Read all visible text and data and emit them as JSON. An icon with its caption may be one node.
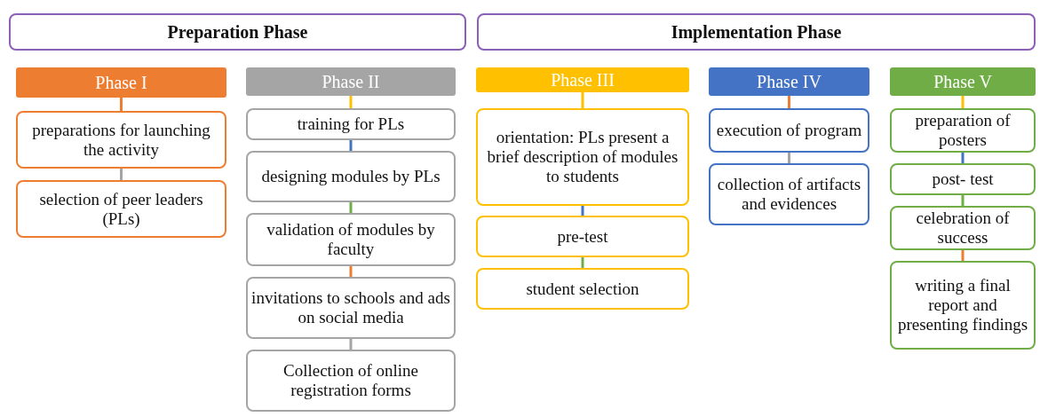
{
  "diagram": {
    "nodes": [
      {
        "text": [
          "Preparation Phase"
        ]
      },
      {
        "text": [
          "Implementation Phase"
        ]
      },
      {
        "text": [
          "Phase I"
        ]
      },
      {
        "text": [
          "preparations for launching the activity"
        ]
      },
      {
        "text": [
          "selection of peer leaders (PLs)"
        ]
      },
      {
        "text": [
          "Phase II"
        ]
      },
      {
        "text": [
          "training for PLs"
        ]
      },
      {
        "text": [
          "designing modules by PLs"
        ]
      },
      {
        "text": [
          "validation of modules by faculty"
        ]
      },
      {
        "text": [
          "invitations to schools and ads on social media"
        ]
      },
      {
        "text": [
          "Collection of online registration forms"
        ]
      },
      {
        "text": [
          "Phase III"
        ]
      },
      {
        "text": [
          "orientation: PLs present a brief description of modules to students"
        ]
      },
      {
        "text": [
          "pre-test"
        ]
      },
      {
        "text": [
          "student selection"
        ]
      },
      {
        "text": [
          "Phase IV"
        ]
      },
      {
        "text": [
          "execution of program"
        ]
      },
      {
        "text": [
          "collection of artifacts and evidences"
        ]
      },
      {
        "text": [
          "Phase V"
        ]
      },
      {
        "text": [
          "preparation of posters"
        ]
      },
      {
        "text": [
          "post- test"
        ]
      },
      {
        "text": [
          "celebration of success"
        ]
      },
      {
        "text": [
          "writing a final report and presenting findings"
        ]
      }
    ],
    "edges": [
      {
        "from": 2,
        "to": 3,
        "arrow": "none",
        "color": "#ed7d31"
      },
      {
        "from": 3,
        "to": 4,
        "arrow": "none",
        "color": "#a5a5a5"
      },
      {
        "from": 5,
        "to": 6,
        "arrow": "none",
        "color": "#ffc000"
      },
      {
        "from": 6,
        "to": 7,
        "arrow": "none",
        "color": "#4472c4"
      },
      {
        "from": 7,
        "to": 8,
        "arrow": "none",
        "color": "#70ad47"
      },
      {
        "from": 8,
        "to": 9,
        "arrow": "none",
        "color": "#ed7d31"
      },
      {
        "from": 9,
        "to": 10,
        "arrow": "none",
        "color": "#a5a5a5"
      },
      {
        "from": 11,
        "to": 12,
        "arrow": "none",
        "color": "#ffc000"
      },
      {
        "from": 12,
        "to": 13,
        "arrow": "none",
        "color": "#4472c4"
      },
      {
        "from": 13,
        "to": 14,
        "arrow": "none",
        "color": "#70ad47"
      },
      {
        "from": 15,
        "to": 16,
        "arrow": "none",
        "color": "#ed7d31"
      },
      {
        "from": 16,
        "to": 17,
        "arrow": "none",
        "color": "#a5a5a5"
      },
      {
        "from": 18,
        "to": 19,
        "arrow": "none",
        "color": "#ffc000"
      },
      {
        "from": 19,
        "to": 20,
        "arrow": "none",
        "color": "#4472c4"
      },
      {
        "from": 20,
        "to": 21,
        "arrow": "none",
        "color": "#70ad47"
      },
      {
        "from": 21,
        "to": 22,
        "arrow": "none",
        "color": "#ed7d31"
      }
    ]
  }
}
